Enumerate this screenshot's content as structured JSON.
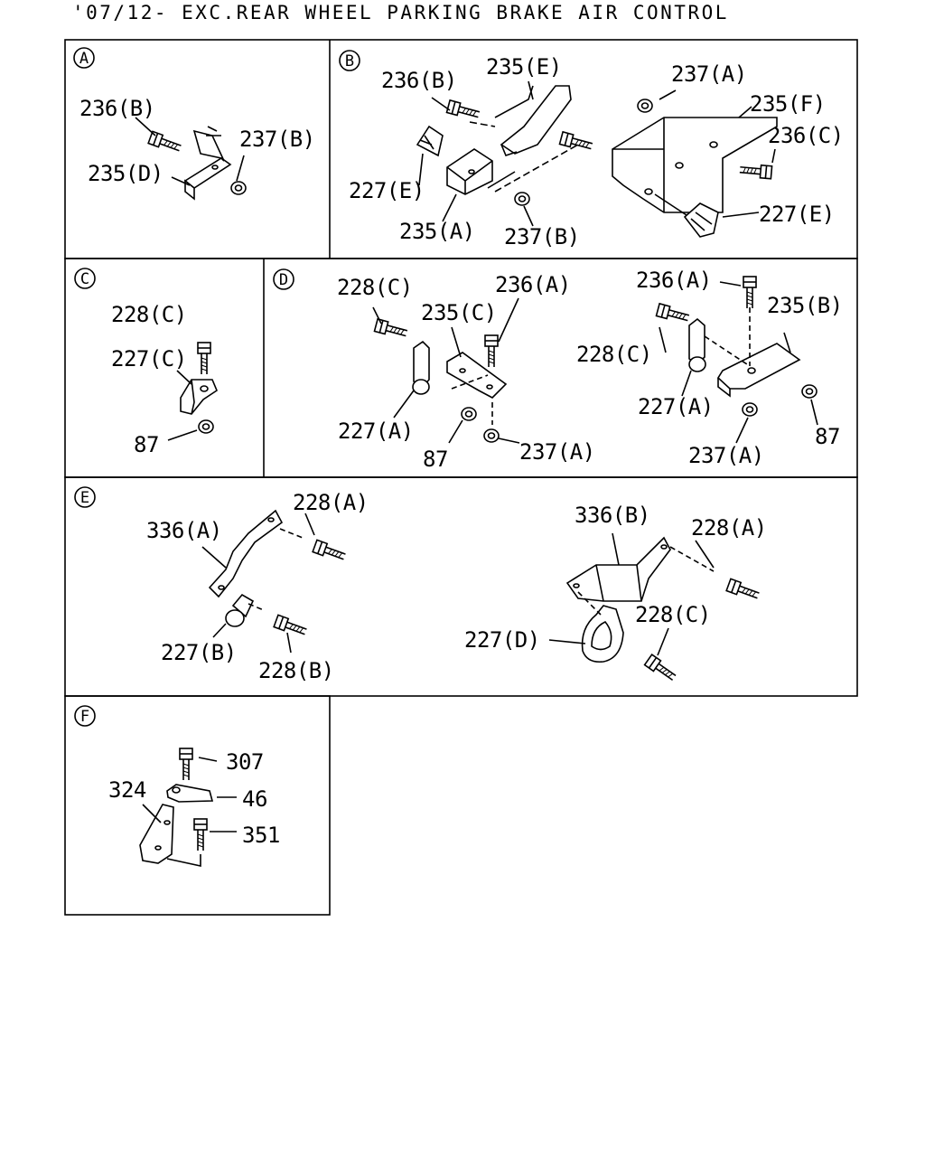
{
  "title": "'07/12- EXC.REAR WHEEL PARKING BRAKE AIR CONTROL",
  "sections": {
    "A": {
      "letter": "A",
      "labels": {
        "l236b": "236(B)",
        "l237b": "237(B)",
        "l235d": "235(D)"
      }
    },
    "B": {
      "letter": "B",
      "labels": {
        "l236b": "236(B)",
        "l235e": "235(E)",
        "l227e1": "227(E)",
        "l235a": "235(A)",
        "l237b": "237(B)",
        "l237a": "237(A)",
        "l235f": "235(F)",
        "l236c": "236(C)",
        "l227e2": "227(E)"
      }
    },
    "C": {
      "letter": "C",
      "labels": {
        "l228c": "228(C)",
        "l227c": "227(C)",
        "l87": "87"
      }
    },
    "D": {
      "letter": "D",
      "labels": {
        "l228c1": "228(C)",
        "l235c": "235(C)",
        "l236a1": "236(A)",
        "l227a1": "227(A)",
        "l87a": "87",
        "l237a1": "237(A)",
        "l236a2": "236(A)",
        "l235b": "235(B)",
        "l228c2": "228(C)",
        "l227a2": "227(A)",
        "l87b": "87",
        "l237a2": "237(A)"
      }
    },
    "E": {
      "letter": "E",
      "labels": {
        "l336a": "336(A)",
        "l228a1": "228(A)",
        "l227b": "227(B)",
        "l228b": "228(B)",
        "l336b": "336(B)",
        "l228a2": "228(A)",
        "l228c": "228(C)",
        "l227d": "227(D)"
      }
    },
    "F": {
      "letter": "F",
      "labels": {
        "l307": "307",
        "l324": "324",
        "l46": "46",
        "l351": "351"
      }
    }
  }
}
